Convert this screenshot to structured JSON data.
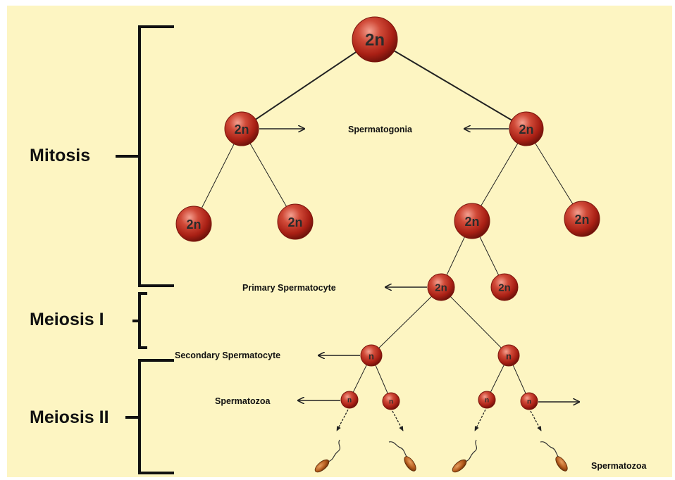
{
  "stages": {
    "mitosis": "Mitosis",
    "meiosis1": "Meiosis I",
    "meiosis2": "Meiosis II"
  },
  "labels": {
    "spermatogonia": "Spermatogonia",
    "primary": "Primary Spermatocyte",
    "secondary": "Secondary Spermatocyte",
    "spermatozoa_left": "Spermatozoa",
    "spermatozoa_right": "Spermatozoa"
  },
  "ploidy": {
    "diploid": "2n",
    "haploid": "n"
  },
  "colors": {
    "background": "#fdf5c2",
    "cell": "#b5281c",
    "cell_highlight": "#f08a78",
    "sperm_head": "#b35a1c"
  }
}
